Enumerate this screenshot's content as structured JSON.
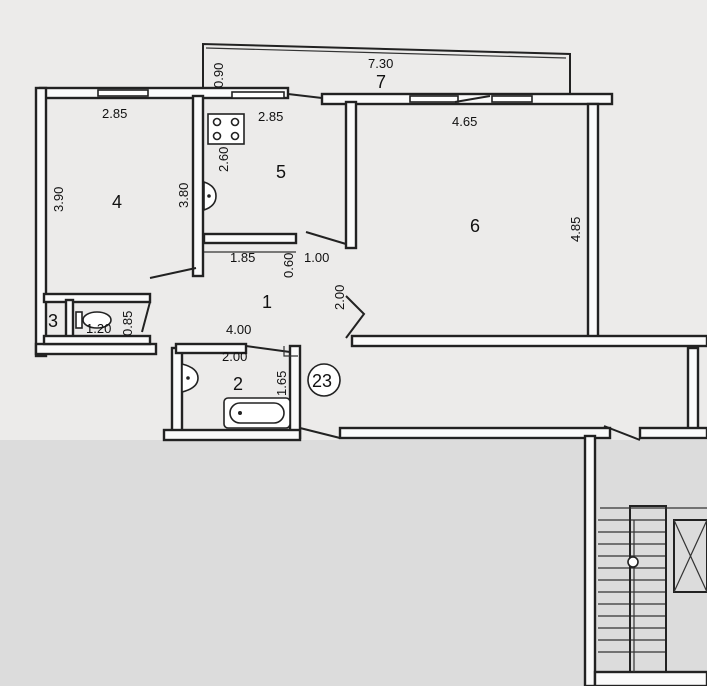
{
  "plan": {
    "rooms": [
      {
        "id": "1",
        "label": "1"
      },
      {
        "id": "2",
        "label": "2"
      },
      {
        "id": "3",
        "label": "3"
      },
      {
        "id": "4",
        "label": "4"
      },
      {
        "id": "5",
        "label": "5"
      },
      {
        "id": "6",
        "label": "6"
      },
      {
        "id": "7",
        "label": "7"
      }
    ],
    "apartment_number": "23",
    "dimensions": {
      "balcony_length": "7.30",
      "balcony_depth": "0.90",
      "room4_width": "2.85",
      "room4_left_height": "3.90",
      "room4_right_height": "3.80",
      "room5_width": "2.85",
      "room5_height": "2.60",
      "room6_width": "4.65",
      "room6_height": "4.85",
      "hall_closet_width": "1.85",
      "hall_closet_depth": "0.60",
      "hall_right_width": "1.00",
      "hall_right_height": "2.00",
      "hall_length": "4.00",
      "wc_width": "1.20",
      "wc_depth": "0.85",
      "bath_width": "2.00",
      "bath_height": "1.65"
    }
  }
}
